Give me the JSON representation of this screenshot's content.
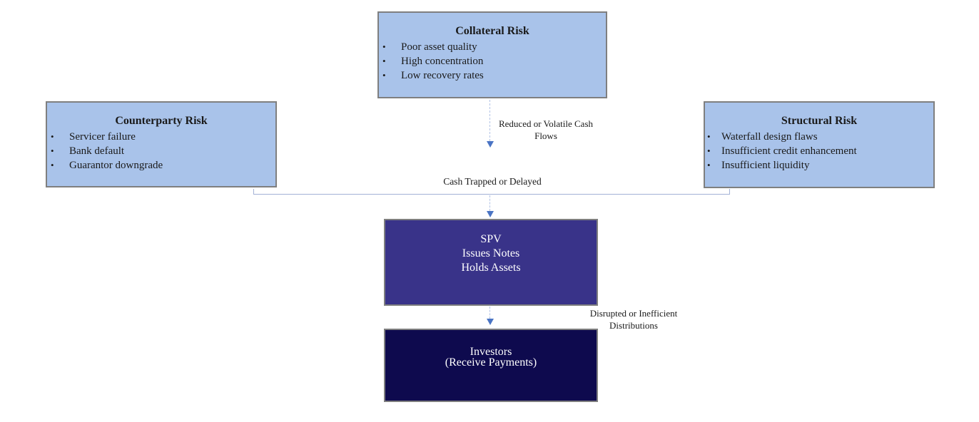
{
  "boxes": {
    "collateral": {
      "title": "Collateral Risk",
      "bullets": [
        "Poor asset quality",
        "High concentration",
        "Low recovery rates"
      ]
    },
    "counterparty": {
      "title": "Counterparty Risk",
      "bullets": [
        "Servicer failure",
        "Bank default",
        "Guarantor downgrade"
      ]
    },
    "structural": {
      "title": "Structural Risk",
      "bullets": [
        "Waterfall design flaws",
        "Insufficient credit enhancement",
        "Insufficient liquidity"
      ]
    },
    "spv": {
      "lines": [
        "SPV",
        "Issues Notes",
        "Holds Assets"
      ]
    },
    "investors": {
      "lines": [
        "Investors",
        "(Receive Payments)"
      ]
    }
  },
  "flow_labels": {
    "collateral_to_bracket": [
      "Reduced or Volatile Cash",
      "Flows"
    ],
    "bracket_to_spv": "Cash Trapped or Delayed",
    "spv_to_investors": [
      "Disrupted or Inefficient",
      "Distributions"
    ]
  },
  "bullet_glyph": "•",
  "colors": {
    "risk_box_fill": "#a9c3ea",
    "box_border": "#7f7f7f",
    "spv_fill": "#393389",
    "investors_fill": "#0e0a4e",
    "connector_dash": "#b2c3e6",
    "arrowhead": "#4a74c4",
    "bracket_line": "#a3b2d6",
    "text": "#1a1a1a"
  }
}
